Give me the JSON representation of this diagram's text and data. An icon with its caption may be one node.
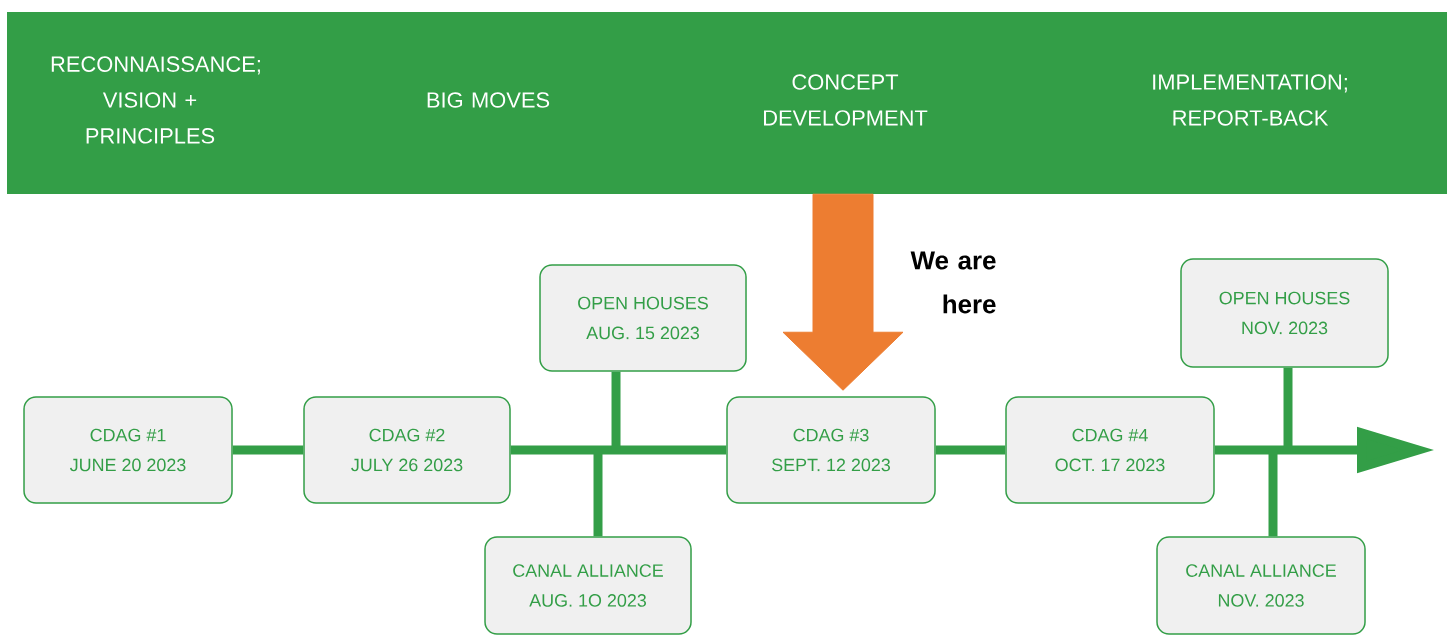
{
  "diagram": {
    "nodes": [
      {
        "text": [
          "RECONNAISSANCE; VISION + PRINCIPLES",
          "BIG MOVES",
          "CONCEPT DEVELOPMENT",
          "IMPLEMENTATION; REPORT-BACK"
        ]
      },
      {
        "text": [
          "CDAG #1",
          "JUNE 20 2023"
        ]
      },
      {
        "text": [
          "CDAG #2",
          "JULY 26 2023"
        ]
      },
      {
        "text": [
          "OPEN HOUSES",
          "AUG. 15 2023"
        ]
      },
      {
        "text": [
          "CANAL ALLIANCE",
          "AUG. 1O 2023"
        ]
      },
      {
        "text": [
          "CDAG #3",
          "SEPT. 12 2023"
        ]
      },
      {
        "text": [
          "CDAG #4",
          "OCT. 17 2023"
        ]
      },
      {
        "text": [
          "OPEN HOUSES",
          "NOV. 2023"
        ]
      },
      {
        "text": [
          "CANAL ALLIANCE",
          "NOV. 2023"
        ]
      }
    ],
    "edges": [
      {
        "from": 1,
        "to": 2,
        "arrow": "none"
      },
      {
        "from": 2,
        "to": 5,
        "arrow": "none"
      },
      {
        "from": 5,
        "to": 6,
        "arrow": "none"
      },
      {
        "from": 6,
        "to": null,
        "arrow": "to"
      },
      {
        "from": 3,
        "to": null,
        "arrow": "none"
      },
      {
        "from": 4,
        "to": null,
        "arrow": "none"
      },
      {
        "from": 7,
        "to": null,
        "arrow": "none"
      },
      {
        "from": 8,
        "to": null,
        "arrow": "none"
      },
      {
        "from": 0,
        "to": 5,
        "arrow": "to",
        "style": "thick",
        "color": "#ed7d31"
      }
    ],
    "labels": [
      "We are here"
    ]
  }
}
